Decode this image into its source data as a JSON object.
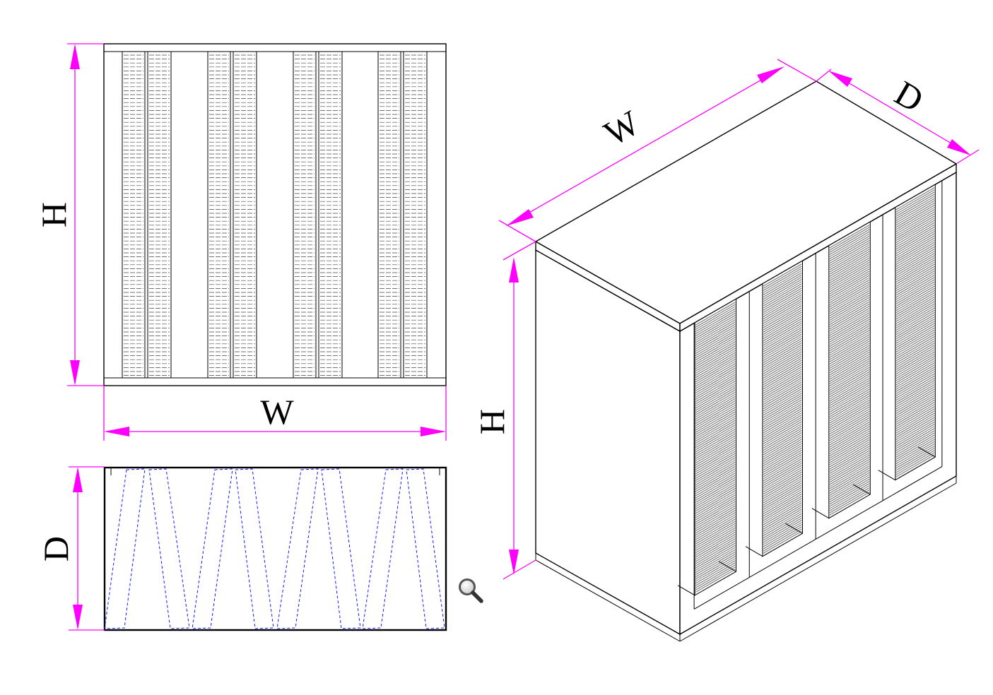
{
  "front_view": {
    "height_label": "H",
    "width_label": "W"
  },
  "side_view": {
    "depth_label": "D"
  },
  "iso_view": {
    "width_label": "W",
    "depth_label": "D",
    "height_label": "H"
  },
  "icons": {
    "zoom": "magnifier-icon"
  },
  "colors": {
    "dimension": "#ff00ff",
    "pleat": "#1a1aff",
    "outline": "#000000"
  }
}
